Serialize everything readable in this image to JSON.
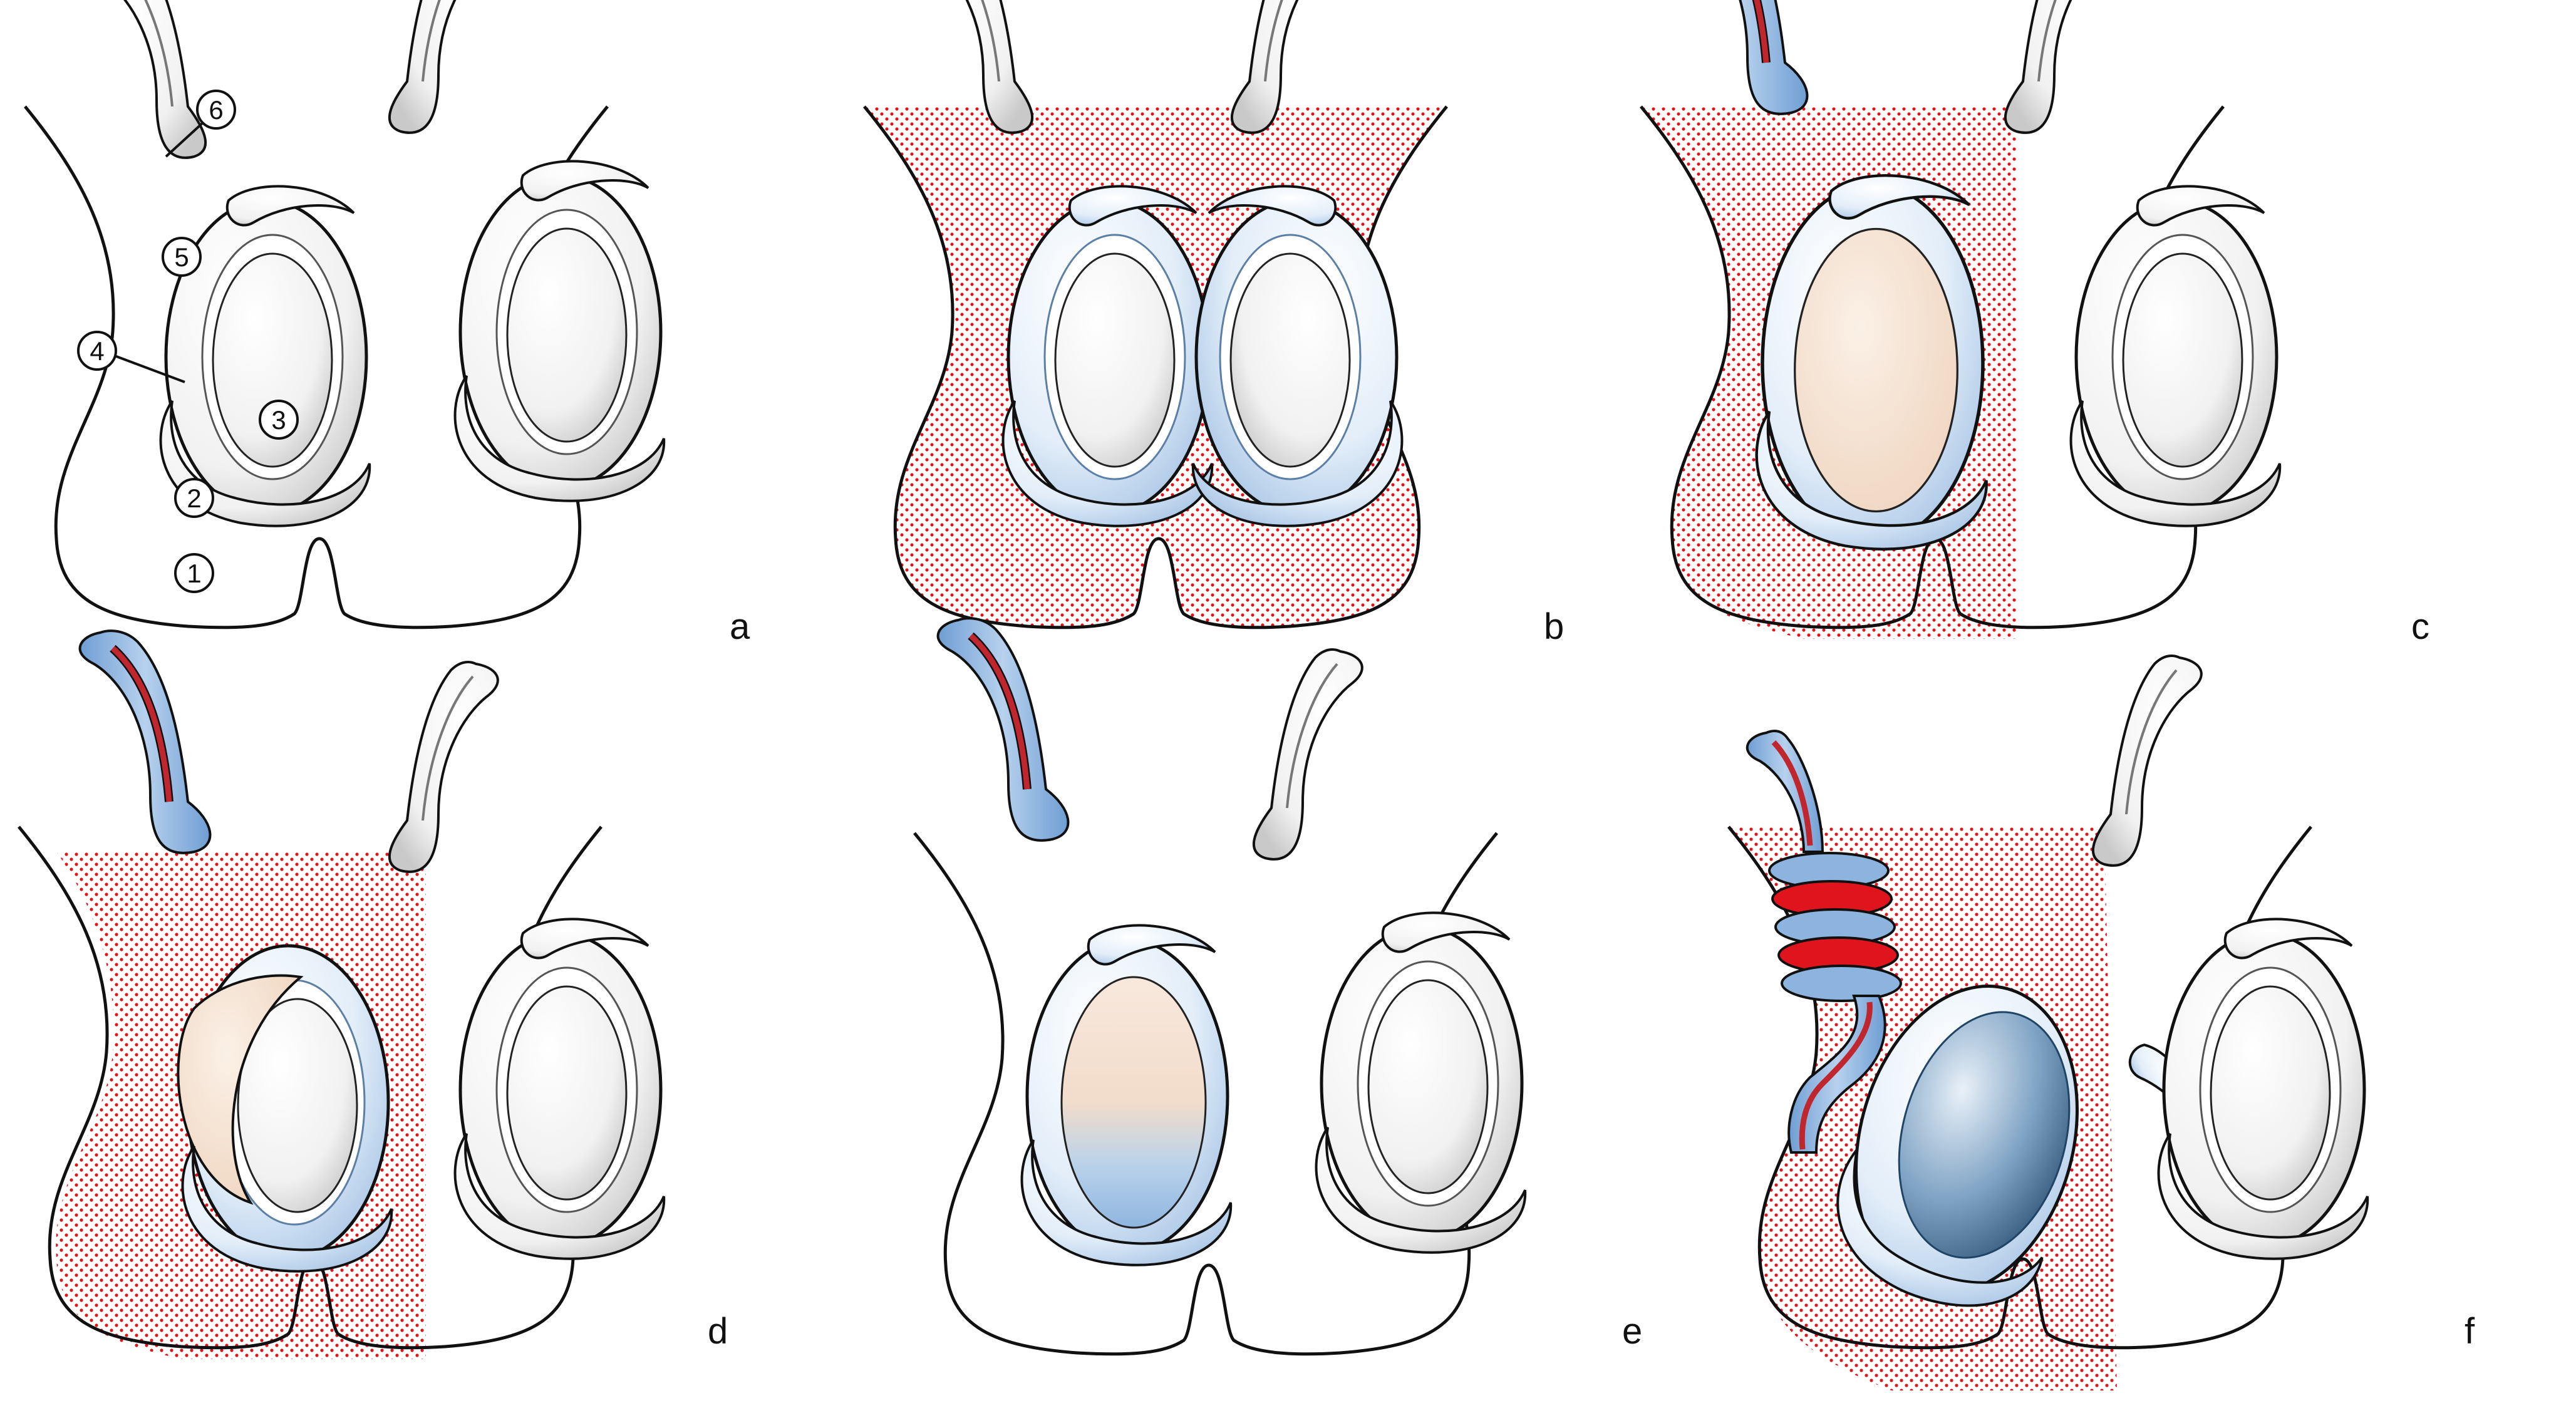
{
  "figure": {
    "panels": [
      {
        "letter": "a",
        "callouts": [
          {
            "n": "1"
          },
          {
            "n": "2"
          },
          {
            "n": "3"
          },
          {
            "n": "4"
          },
          {
            "n": "5"
          },
          {
            "n": "6"
          }
        ],
        "shading": "none",
        "state": "normal"
      },
      {
        "letter": "b",
        "shading": "bilateral",
        "state": "normal"
      },
      {
        "letter": "c",
        "shading": "left",
        "state": "left-enlarged"
      },
      {
        "letter": "d",
        "shading": "left-partial",
        "state": "left-epididymis"
      },
      {
        "letter": "e",
        "shading": "none",
        "state": "left-testis-gradient"
      },
      {
        "letter": "f",
        "shading": "left",
        "state": "left-torsion"
      }
    ],
    "colors": {
      "outline": "#111111",
      "organ_white": "#f4f4f4",
      "organ_blue": "#dce9f7",
      "vessel_blue": "#8db4de",
      "vessel_red": "#c0262e",
      "stipple": "#e0141c",
      "testis_peach": "#f3dcc8",
      "torsion_dark": "#2b5478"
    }
  }
}
